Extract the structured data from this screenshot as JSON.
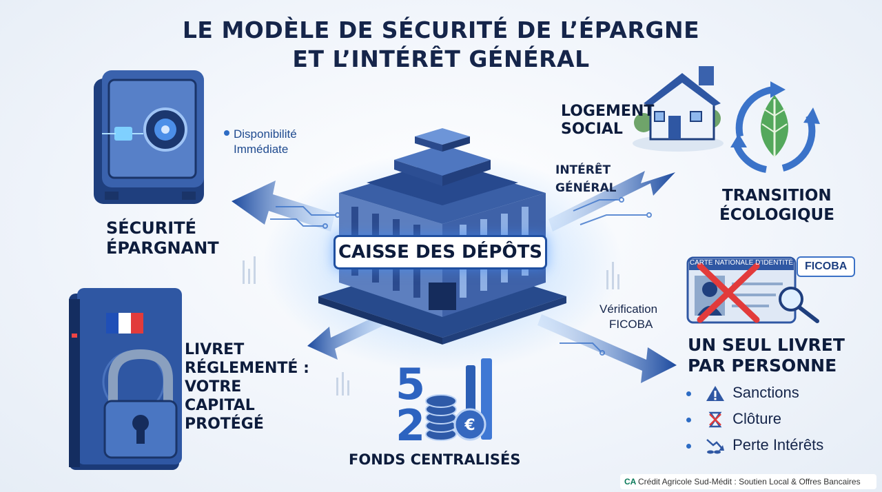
{
  "title": {
    "line1": "LE MODÈLE DE SÉCURITÉ DE L’ÉPARGNE",
    "line2": "ET L’INTÉRÊT GÉNÉRAL"
  },
  "center": {
    "label": "CAISSE DES DÉPÔTS"
  },
  "safe": {
    "caption": "Disponibilité",
    "caption2": "Immédiate",
    "label1": "SÉCURITÉ",
    "label2": "ÉPARGNANT"
  },
  "livret": {
    "line1": "LIVRET",
    "line2": "RÉGLEMENTÉ :",
    "line3": "VOTRE",
    "line4": "CAPITAL",
    "line5": "PROTÉGÉ"
  },
  "fonds": {
    "label": "FONDS CENTRALISÉS",
    "digits": "52"
  },
  "logement": {
    "line1": "LOGEMENT",
    "line2": "SOCIAL"
  },
  "interet": {
    "line1": "INTÉRÊT",
    "line2": "GÉNÉRAL"
  },
  "transition": {
    "line1": "TRANSITION",
    "line2": "ÉCOLOGIQUE"
  },
  "verification": {
    "line1": "Vérification",
    "line2": "FICOBA"
  },
  "id_card": {
    "header": "CARTE NATIONALE D’IDENTITÉ",
    "badge": "FICOBA"
  },
  "unique": {
    "line1": "UN SEUL LIVRET",
    "line2": "PAR PERSONNE",
    "bullets": [
      "Sanctions",
      "Clôture",
      "Perte Intérêts"
    ]
  },
  "footer": {
    "text": "Crédit Agricole Sud-Médit : Soutien Local & Offres Bancaires",
    "logo": "CA"
  },
  "colors": {
    "navy": "#15254a",
    "blue": "#1f4fa0",
    "light_blue": "#4c8fe8",
    "red": "#e23b3b"
  }
}
